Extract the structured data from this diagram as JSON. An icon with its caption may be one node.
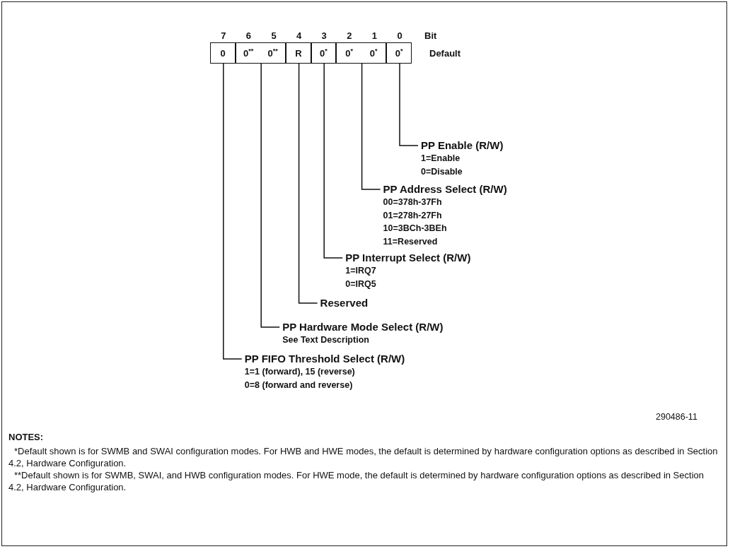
{
  "diagram": {
    "nodes": [
      {
        "text": [
          "0"
        ]
      },
      {
        "text": [
          "0$^{**}$",
          "0$^{**}$"
        ]
      },
      {
        "text": [
          "R"
        ]
      },
      {
        "text": [
          "0$^{*}$"
        ]
      },
      {
        "text": [
          "0$^{*}$",
          "0$^{*}$"
        ]
      },
      {
        "text": [
          "0$^{*}$"
        ]
      },
      {
        "text": [
          "PP Enable (R/W)",
          "1=Enable",
          "0=Disable"
        ]
      },
      {
        "text": [
          "PP Address Select (R/W)",
          "00=378h-37Fh",
          "01=278h-27Fh",
          "10=3BCh-3BEh",
          "11=Reserved"
        ]
      },
      {
        "text": [
          "PP Interrupt Select (R/W)",
          "1=IRQ7",
          "0=IRQ5"
        ]
      },
      {
        "text": [
          "Reserved"
        ]
      },
      {
        "text": [
          "PP Hardware Mode Select (R/W)",
          "See Text Description"
        ]
      },
      {
        "text": [
          "PP FIFO Threshold Select (R/W)",
          "1=1 (forward), 15 (reverse)",
          "0=8 (forward and reverse)"
        ]
      }
    ],
    "edges": [
      {
        "from": 5,
        "to": 6,
        "arrow": "none"
      },
      {
        "from": 4,
        "to": 7,
        "arrow": "none"
      },
      {
        "from": 3,
        "to": 8,
        "arrow": "none"
      },
      {
        "from": 2,
        "to": 9,
        "arrow": "none"
      },
      {
        "from": 1,
        "to": 10,
        "arrow": "none"
      },
      {
        "from": 0,
        "to": 11,
        "arrow": "none"
      }
    ],
    "labels": [
      "7",
      "6",
      "5",
      "4",
      "3",
      "2",
      "1",
      "0",
      "Bit",
      "Default",
      "290486-11",
      "NOTES:",
      "*Default shown is for SWMB and SWAI configuration modes. For HWB and HWE modes, the default is determined by hardware configuration options as described in Section 4.2, Hardware Configuration.",
      "**Default shown is for SWMB, SWAI, and HWB configuration modes. For HWE mode, the default is determined by hardware configuration options as described in Section 4.2, Hardware Configuration."
    ]
  }
}
